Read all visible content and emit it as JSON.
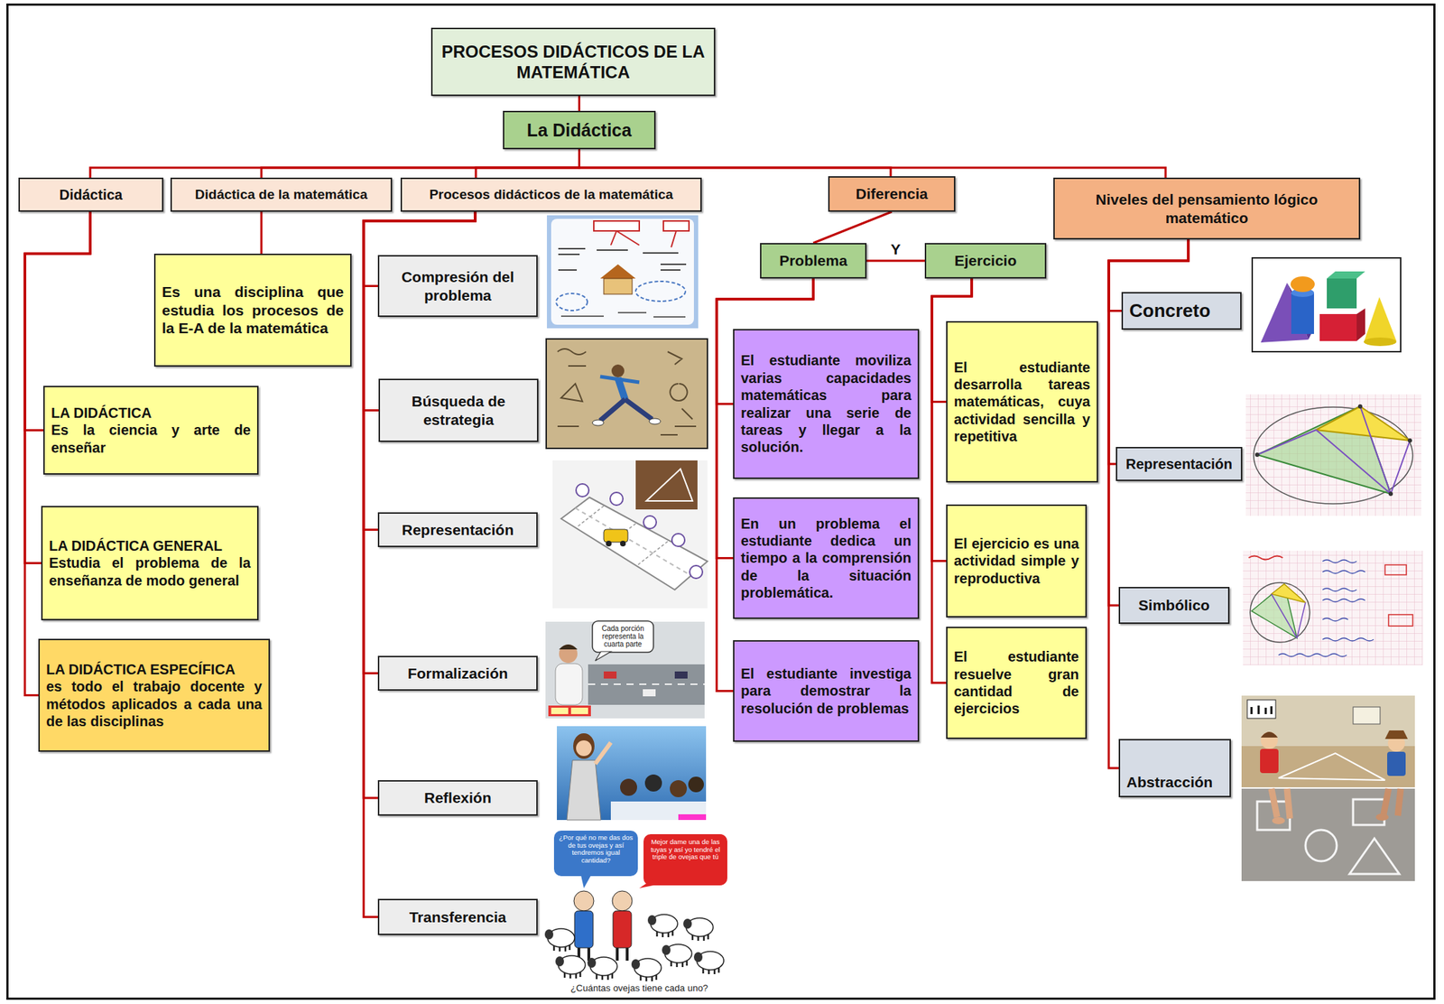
{
  "diagram": {
    "nodes": [
      {
        "text": [
          "PROCESOS DIDÁCTICOS DE LA MATEMÁTICA"
        ]
      },
      {
        "text": [
          "La Didáctica"
        ]
      },
      {
        "text": [
          "Didáctica"
        ]
      },
      {
        "text": [
          "Didáctica de la matemática"
        ]
      },
      {
        "text": [
          "Procesos didácticos de la matemática"
        ]
      },
      {
        "text": [
          "Diferencia"
        ]
      },
      {
        "text": [
          "Niveles del pensamiento lógico matemático"
        ]
      },
      {
        "text": [
          "Es una disciplina que estudia los procesos de la E-A de la matemática"
        ]
      },
      {
        "text": [
          "LA DIDÁCTICA",
          "Es la ciencia y arte de enseñar"
        ]
      },
      {
        "text": [
          "LA DIDÁCTICA GENERAL",
          "Estudia el problema de la enseñanza de modo general"
        ]
      },
      {
        "text": [
          "LA DIDÁCTICA ESPECÍFICA",
          "es todo el trabajo docente y métodos aplicados a cada una de las disciplinas"
        ]
      },
      {
        "text": [
          "Compresión del problema"
        ]
      },
      {
        "text": [
          "Búsqueda de estrategia"
        ]
      },
      {
        "text": [
          "Representación"
        ]
      },
      {
        "text": [
          "Formalización"
        ]
      },
      {
        "text": [
          "Reflexión"
        ]
      },
      {
        "text": [
          "Transferencia"
        ]
      },
      {
        "text": [
          "Problema"
        ]
      },
      {
        "text": [
          "Ejercicio"
        ]
      },
      {
        "text": [
          "El estudiante moviliza varias capacidades matemáticas para realizar una serie de tareas y llegar a la solución."
        ]
      },
      {
        "text": [
          "En un problema el estudiante dedica un tiempo a la comprensión de la situación problemática."
        ]
      },
      {
        "text": [
          "El estudiante investiga para demostrar la resolución de problemas"
        ]
      },
      {
        "text": [
          "El estudiante desarrolla tareas matemáticas, cuya actividad sencilla y repetitiva"
        ]
      },
      {
        "text": [
          "El ejercicio es una actividad simple y reproductiva"
        ]
      },
      {
        "text": [
          "El estudiante resuelve gran cantidad de ejercicios"
        ]
      },
      {
        "text": [
          "Concreto"
        ]
      },
      {
        "text": [
          "Representación"
        ]
      },
      {
        "text": [
          "Simbólico"
        ]
      },
      {
        "text": [
          "Abstracción"
        ]
      }
    ],
    "edges": [
      {
        "from": 0,
        "to": 1,
        "arrow": "none"
      },
      {
        "from": 1,
        "to": 2,
        "arrow": "none"
      },
      {
        "from": 1,
        "to": 3,
        "arrow": "none"
      },
      {
        "from": 1,
        "to": 4,
        "arrow": "none"
      },
      {
        "from": 1,
        "to": 5,
        "arrow": "none"
      },
      {
        "from": 1,
        "to": 6,
        "arrow": "none"
      },
      {
        "from": 2,
        "to": 8,
        "arrow": "none"
      },
      {
        "from": 2,
        "to": 9,
        "arrow": "none"
      },
      {
        "from": 2,
        "to": 10,
        "arrow": "none"
      },
      {
        "from": 3,
        "to": 7,
        "arrow": "none"
      },
      {
        "from": 4,
        "to": 11,
        "arrow": "none"
      },
      {
        "from": 4,
        "to": 12,
        "arrow": "none"
      },
      {
        "from": 4,
        "to": 13,
        "arrow": "none"
      },
      {
        "from": 4,
        "to": 14,
        "arrow": "none"
      },
      {
        "from": 4,
        "to": 15,
        "arrow": "none"
      },
      {
        "from": 4,
        "to": 16,
        "arrow": "none"
      },
      {
        "from": 5,
        "to": 17,
        "arrow": "none"
      },
      {
        "from": 17,
        "to": 18,
        "label": "Y",
        "arrow": "none"
      },
      {
        "from": 17,
        "to": 19,
        "arrow": "none"
      },
      {
        "from": 17,
        "to": 20,
        "arrow": "none"
      },
      {
        "from": 17,
        "to": 21,
        "arrow": "none"
      },
      {
        "from": 18,
        "to": 22,
        "arrow": "none"
      },
      {
        "from": 18,
        "to": 23,
        "arrow": "none"
      },
      {
        "from": 18,
        "to": 24,
        "arrow": "none"
      },
      {
        "from": 6,
        "to": 25,
        "arrow": "none"
      },
      {
        "from": 6,
        "to": 26,
        "arrow": "none"
      },
      {
        "from": 6,
        "to": 27,
        "arrow": "none"
      },
      {
        "from": 6,
        "to": 28,
        "arrow": "none"
      }
    ],
    "labels": [
      "Cada porción representa la cuarta parte",
      "¿Por qué no me das dos de tus ovejas y así tendremos igual cantidad?",
      "Mejor dame una de las tuyas y así yo tendré el triple de ovejas que tú",
      "¿Cuántas ovejas tiene cada uno?"
    ]
  }
}
